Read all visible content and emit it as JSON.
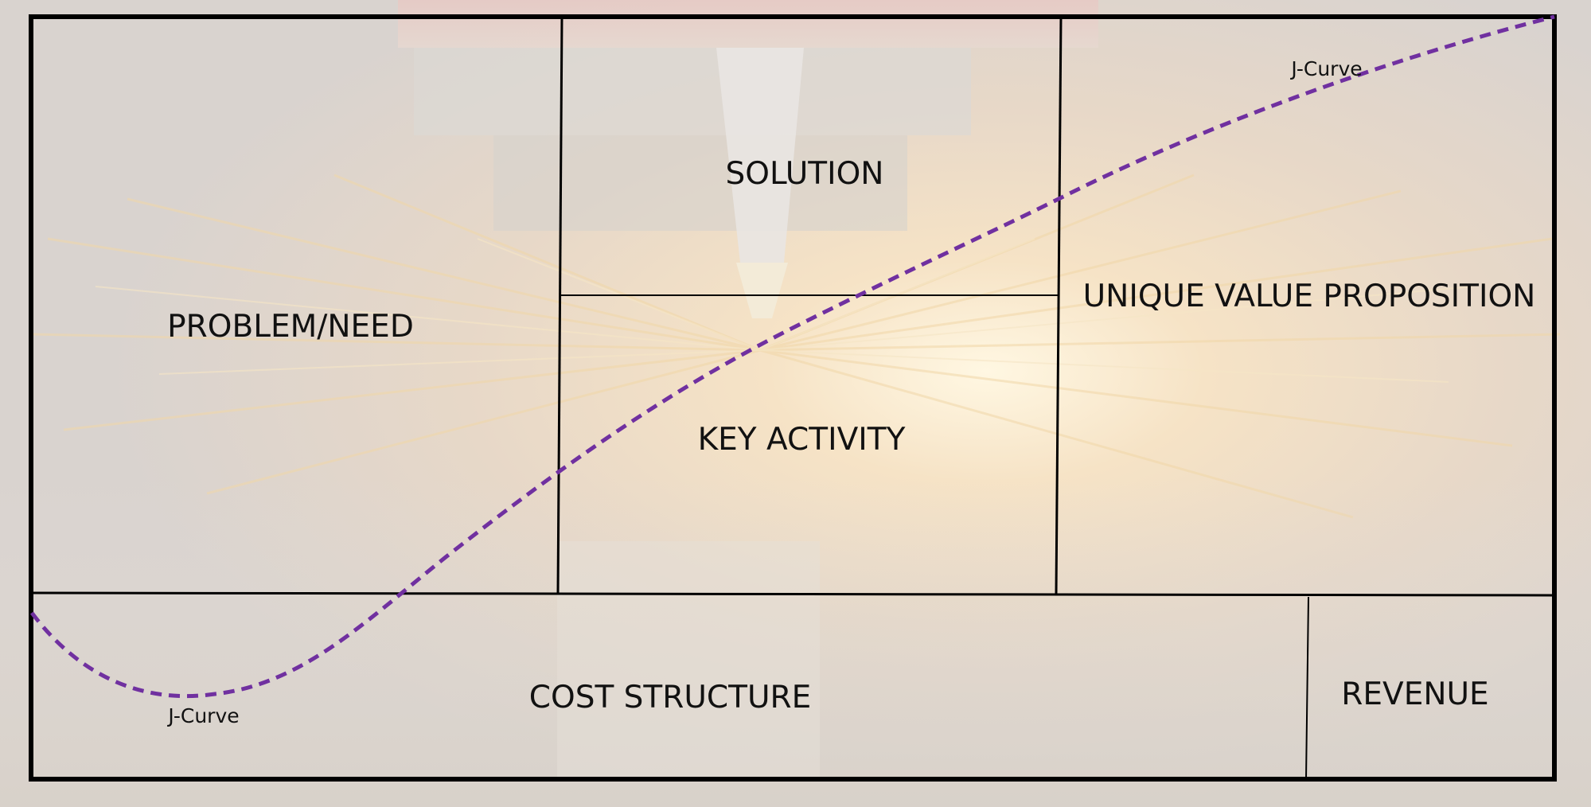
{
  "canvas": {
    "cells": {
      "problem": "PROBLEM/NEED",
      "solution": "SOLUTION",
      "key_activity": "KEY ACTIVITY",
      "uvp": "UNIQUE VALUE PROPOSITION",
      "cost": "COST STRUCTURE",
      "revenue": "REVENUE"
    },
    "curve_labels": {
      "top": "J-Curve",
      "bottom": "J-Curve"
    }
  },
  "colors": {
    "border": "#000000",
    "curve": "#7030a0",
    "background_tint": "#eeeae6"
  },
  "background": {
    "description_icon": "laser-cutting-sparks-photo"
  }
}
